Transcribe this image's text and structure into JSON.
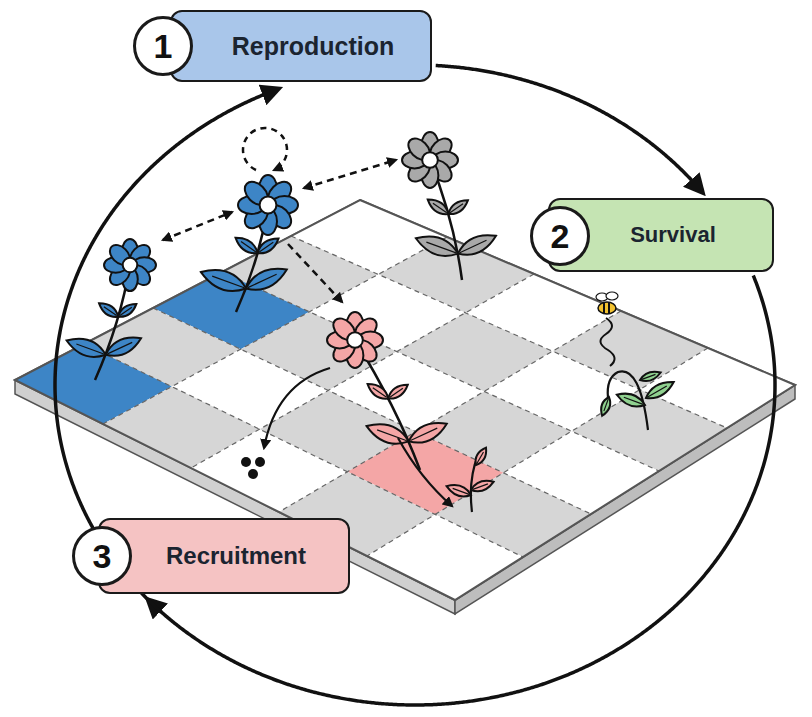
{
  "diagram": {
    "nodes": [
      {
        "text": [
          "Reproduction"
        ]
      },
      {
        "text": [
          "Survival"
        ]
      },
      {
        "text": [
          "Recruitment"
        ]
      }
    ],
    "edges": [
      {
        "from": 0,
        "to": 1,
        "arrow": "to"
      },
      {
        "from": 1,
        "to": 2,
        "arrow": "to"
      },
      {
        "from": 2,
        "to": 0,
        "arrow": "to"
      }
    ],
    "labels": [
      "1",
      "2",
      "3"
    ]
  }
}
